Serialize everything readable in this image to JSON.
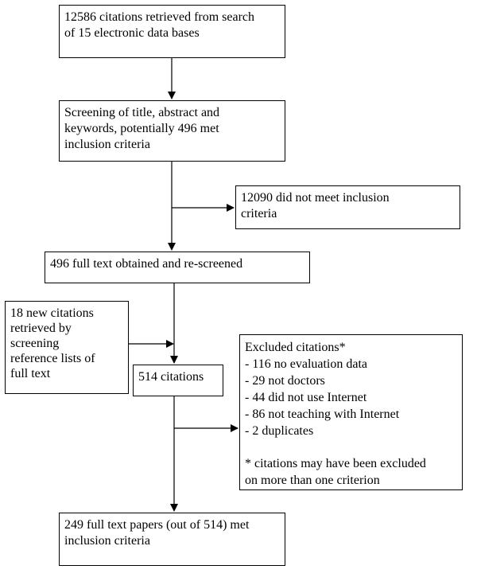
{
  "diagram": {
    "nodes": {
      "search": {
        "lines": [
          "12586 citations retrieved from search",
          "of 15 electronic data bases"
        ]
      },
      "screening": {
        "lines": [
          "Screening of title, abstract and",
          "keywords, potentially 496 met",
          "inclusion criteria"
        ]
      },
      "not_met": {
        "lines": [
          "12090 did not meet inclusion",
          "criteria"
        ]
      },
      "full_text": {
        "lines": [
          "496 full text obtained and re-screened"
        ]
      },
      "new_citations": {
        "lines": [
          "18 new citations",
          "retrieved by",
          "screening",
          "reference lists of",
          "full text"
        ]
      },
      "citations_514": {
        "lines": [
          "514 citations"
        ]
      },
      "excluded": {
        "lines": [
          "Excluded citations*",
          "- 116 no evaluation data",
          "- 29 not doctors",
          "- 44 did not use Internet",
          "- 86 not teaching with Internet",
          "- 2 duplicates"
        ],
        "note_lines": [
          "* citations may have been excluded",
          "on more than one criterion"
        ]
      },
      "final": {
        "lines": [
          "249 full text papers (out of 514) met",
          "inclusion criteria"
        ]
      }
    }
  }
}
